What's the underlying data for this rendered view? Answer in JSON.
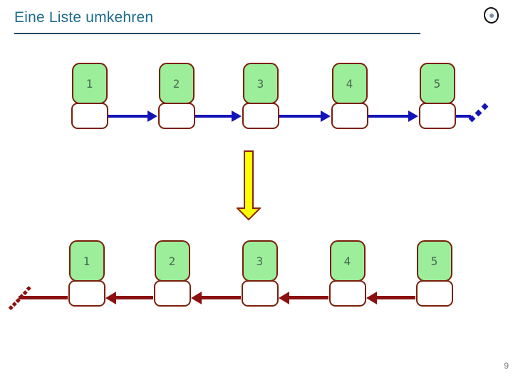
{
  "slide": {
    "title": "Eine Liste umkehren",
    "page_number": "9"
  },
  "top_list": {
    "nodes": [
      "1",
      "2",
      "3",
      "4",
      "5"
    ],
    "arrow_direction": "right",
    "arrow_color": "#1313b8"
  },
  "bottom_list": {
    "nodes": [
      "1",
      "2",
      "3",
      "4",
      "5"
    ],
    "arrow_direction": "left",
    "arrow_color": "#8b1111"
  },
  "transform_arrow": {
    "direction": "down",
    "fill_color": "#ffff00",
    "border_color": "#8b2008"
  },
  "colors": {
    "title": "#1c6b8d",
    "underline": "#254a63",
    "node_border": "#7a1f0a",
    "node_key_fill": "#9cee9b",
    "node_value_fill": "#ffffff",
    "digit": "#456b52",
    "page_number": "#777777"
  }
}
